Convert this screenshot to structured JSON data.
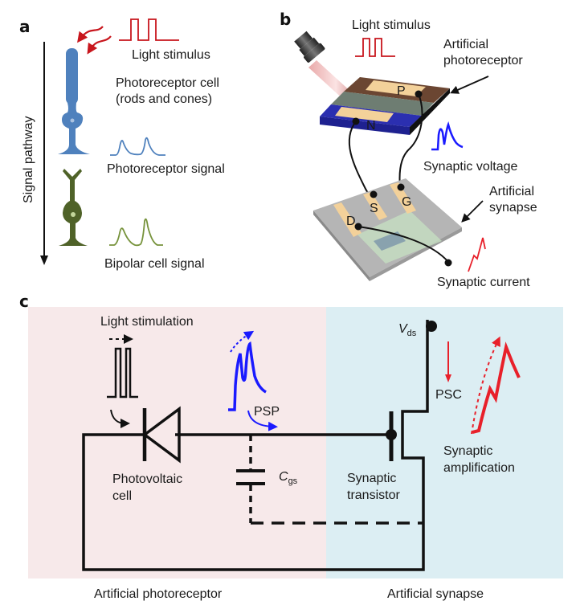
{
  "figure": {
    "panels": {
      "a": {
        "letter": "a",
        "axis_label": "Signal pathway",
        "labels": {
          "light_stimulus": "Light stimulus",
          "photoreceptor_cell_line1": "Photoreceptor cell",
          "photoreceptor_cell_line2": "(rods and cones)",
          "photoreceptor_signal": "Photoreceptor signal",
          "bipolar_signal": "Bipolar cell signal"
        }
      },
      "b": {
        "letter": "b",
        "labels": {
          "light_stimulus": "Light stimulus",
          "artificial_photoreceptor_line1": "Artificial",
          "artificial_photoreceptor_line2": "photoreceptor",
          "synaptic_voltage": "Synaptic voltage",
          "artificial_synapse_line1": "Artificial",
          "artificial_synapse_line2": "synapse",
          "synaptic_current": "Synaptic current"
        },
        "terminals": {
          "p": "P",
          "n": "N",
          "s": "S",
          "g": "G",
          "d": "D"
        }
      },
      "c": {
        "letter": "c",
        "labels": {
          "light_stimulation": "Light stimulation",
          "psp": "PSP",
          "psc": "PSC",
          "vds_main": "V",
          "vds_sub": "ds",
          "cgs_main": "C",
          "cgs_sub": "gs",
          "photovoltaic_line1": "Photovoltaic",
          "photovoltaic_line2": "cell",
          "transistor_line1": "Synaptic",
          "transistor_line2": "transistor",
          "amplification_line1": "Synaptic",
          "amplification_line2": "amplification",
          "region_left": "Artificial photoreceptor",
          "region_right": "Artificial synapse"
        }
      }
    },
    "colors": {
      "stimulus_red": "#c8161d",
      "photoreceptor_blue": "#4f81bd",
      "bipolar_green": "#4f6228",
      "bipolar_signal_green": "#77933c",
      "psp_blue": "#1a1aff",
      "psc_red": "#e8202a",
      "region_left_bg": "#f7e9ea",
      "region_right_bg": "#dceef3",
      "p_layer": "#6b4632",
      "n_layer": "#2b2fb0",
      "contact": "#f3d19a"
    }
  }
}
